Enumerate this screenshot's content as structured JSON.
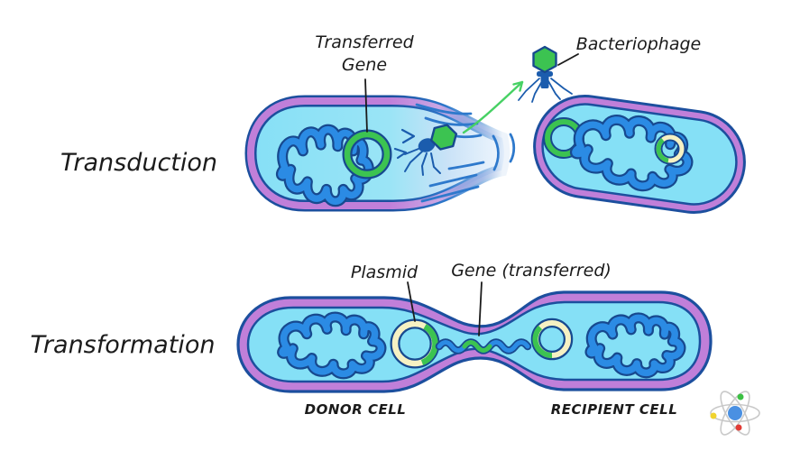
{
  "colors": {
    "cytoplasm": "#85e0f6",
    "membrane": "#c07fd9",
    "outline": "#1c4f9e",
    "dna_blue": "#2b8be4",
    "dna_outline": "#17498f",
    "gene_green": "#3cc351",
    "plasmid_yellow": "#f6f1c3",
    "arrow_green": "#47d164",
    "phage_body": "#1b5cad",
    "label_text": "#1b1b1b",
    "logo_ring_gray": "#c9c9c9",
    "logo_nucleus_blue": "#4a90e2",
    "logo_dot_green": "#3bc043",
    "logo_dot_yellow": "#f0d32e",
    "logo_dot_red": "#e23b35"
  },
  "transduction": {
    "title": "Transduction",
    "labels": {
      "transferred_gene_line1": "Transferred",
      "transferred_gene_line2": "Gene",
      "bacteriophage": "Bacteriophage"
    }
  },
  "transformation": {
    "title": "Transformation",
    "labels": {
      "plasmid": "Plasmid",
      "gene_transferred": "Gene (transferred)",
      "donor_cell": "DONOR CELL",
      "recipient_cell": "RECIPIENT CELL"
    }
  }
}
